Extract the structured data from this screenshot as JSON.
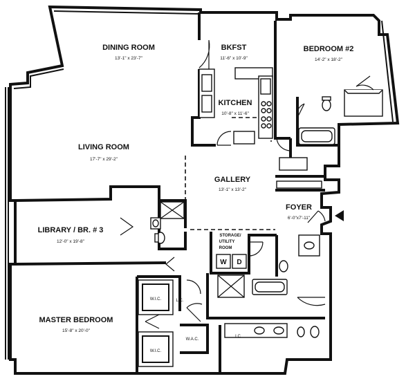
{
  "rooms": {
    "dining": {
      "name": "DINING ROOM",
      "dim": "13'-1\" x 23'-7\""
    },
    "bkfst": {
      "name": "BKFST",
      "dim": "11'-6\" x 10'-9\""
    },
    "bedroom2": {
      "name": "BEDROOM #2",
      "dim": "14'-2\" x 18'-2\""
    },
    "kitchen": {
      "name": "KITCHEN",
      "dim": "10'-8\" x 11'-6\""
    },
    "living": {
      "name": "LIVING ROOM",
      "dim": "17'-7\" x 29'-2\""
    },
    "gallery": {
      "name": "GALLERY",
      "dim": "13'-1\" x 13'-2\""
    },
    "foyer": {
      "name": "FOYER",
      "dim": "6'-0\"x7'-11\""
    },
    "library": {
      "name": "LIBRARY / BR. # 3",
      "dim": "12'-0\" x 19'-8\""
    },
    "storage": {
      "line1": "STORAGE/",
      "line2": "UTILITY",
      "line3": "ROOM"
    },
    "master": {
      "name": "MASTER BEDROOM",
      "dim": "15'-8\" x 20'-0\""
    }
  },
  "fixtures": {
    "washer": "W",
    "dryer": "D",
    "wic_1": "W.I.C.",
    "wic_2": "W.I.C.",
    "wac": "W.A.C.",
    "lc_1": "L.C.",
    "lc_2": "LC"
  }
}
